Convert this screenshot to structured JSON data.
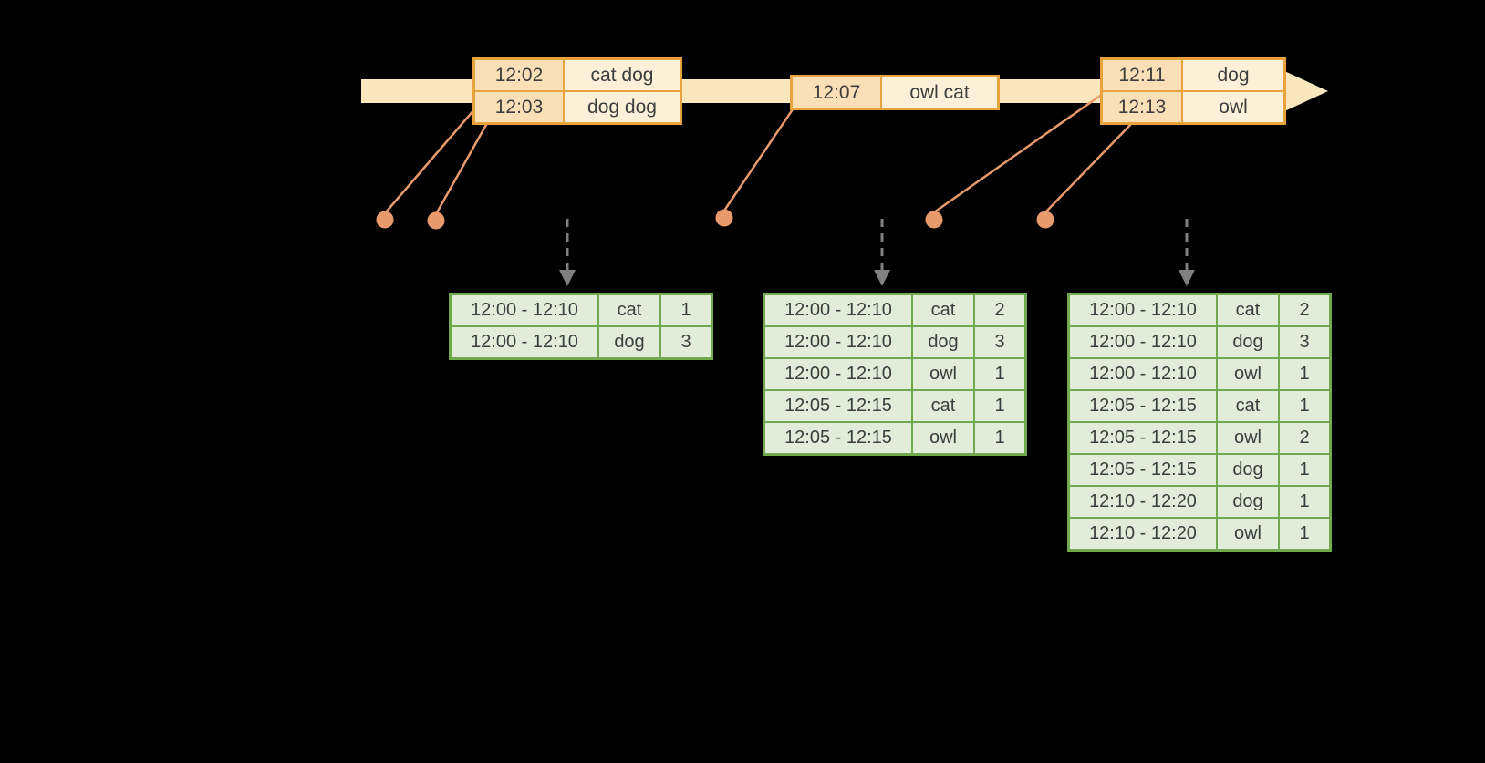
{
  "colors": {
    "background": "#000000",
    "timeline": "#FBE7BD",
    "orange_border": "#E8A33D",
    "orange_cell_time": "#FBDFB6",
    "orange_cell_word": "#FCF0D9",
    "green_border": "#71A94F",
    "green_cell": "#E1EDD9",
    "connector": "#E99A6D",
    "dashed_arrow": "#808080",
    "table_text": "#3D3D3D"
  },
  "event_tables": [
    {
      "rows": [
        {
          "time": "12:02",
          "words": "cat dog"
        },
        {
          "time": "12:03",
          "words": "dog dog"
        }
      ]
    },
    {
      "rows": [
        {
          "time": "12:07",
          "words": "owl cat"
        }
      ]
    },
    {
      "rows": [
        {
          "time": "12:11",
          "words": "dog"
        },
        {
          "time": "12:13",
          "words": "owl"
        }
      ]
    }
  ],
  "result_tables": [
    {
      "rows": [
        {
          "window": "12:00 - 12:10",
          "word": "cat",
          "count": "1"
        },
        {
          "window": "12:00 - 12:10",
          "word": "dog",
          "count": "3"
        }
      ]
    },
    {
      "rows": [
        {
          "window": "12:00 - 12:10",
          "word": "cat",
          "count": "2"
        },
        {
          "window": "12:00 - 12:10",
          "word": "dog",
          "count": "3"
        },
        {
          "window": "12:00 - 12:10",
          "word": "owl",
          "count": "1"
        },
        {
          "window": "12:05 - 12:15",
          "word": "cat",
          "count": "1"
        },
        {
          "window": "12:05 - 12:15",
          "word": "owl",
          "count": "1"
        }
      ]
    },
    {
      "rows": [
        {
          "window": "12:00 - 12:10",
          "word": "cat",
          "count": "2"
        },
        {
          "window": "12:00 - 12:10",
          "word": "dog",
          "count": "3"
        },
        {
          "window": "12:00 - 12:10",
          "word": "owl",
          "count": "1"
        },
        {
          "window": "12:05 - 12:15",
          "word": "cat",
          "count": "1"
        },
        {
          "window": "12:05 - 12:15",
          "word": "owl",
          "count": "2"
        },
        {
          "window": "12:05 - 12:15",
          "word": "dog",
          "count": "1"
        },
        {
          "window": "12:10 - 12:20",
          "word": "dog",
          "count": "1"
        },
        {
          "window": "12:10 - 12:20",
          "word": "owl",
          "count": "1"
        }
      ]
    }
  ]
}
